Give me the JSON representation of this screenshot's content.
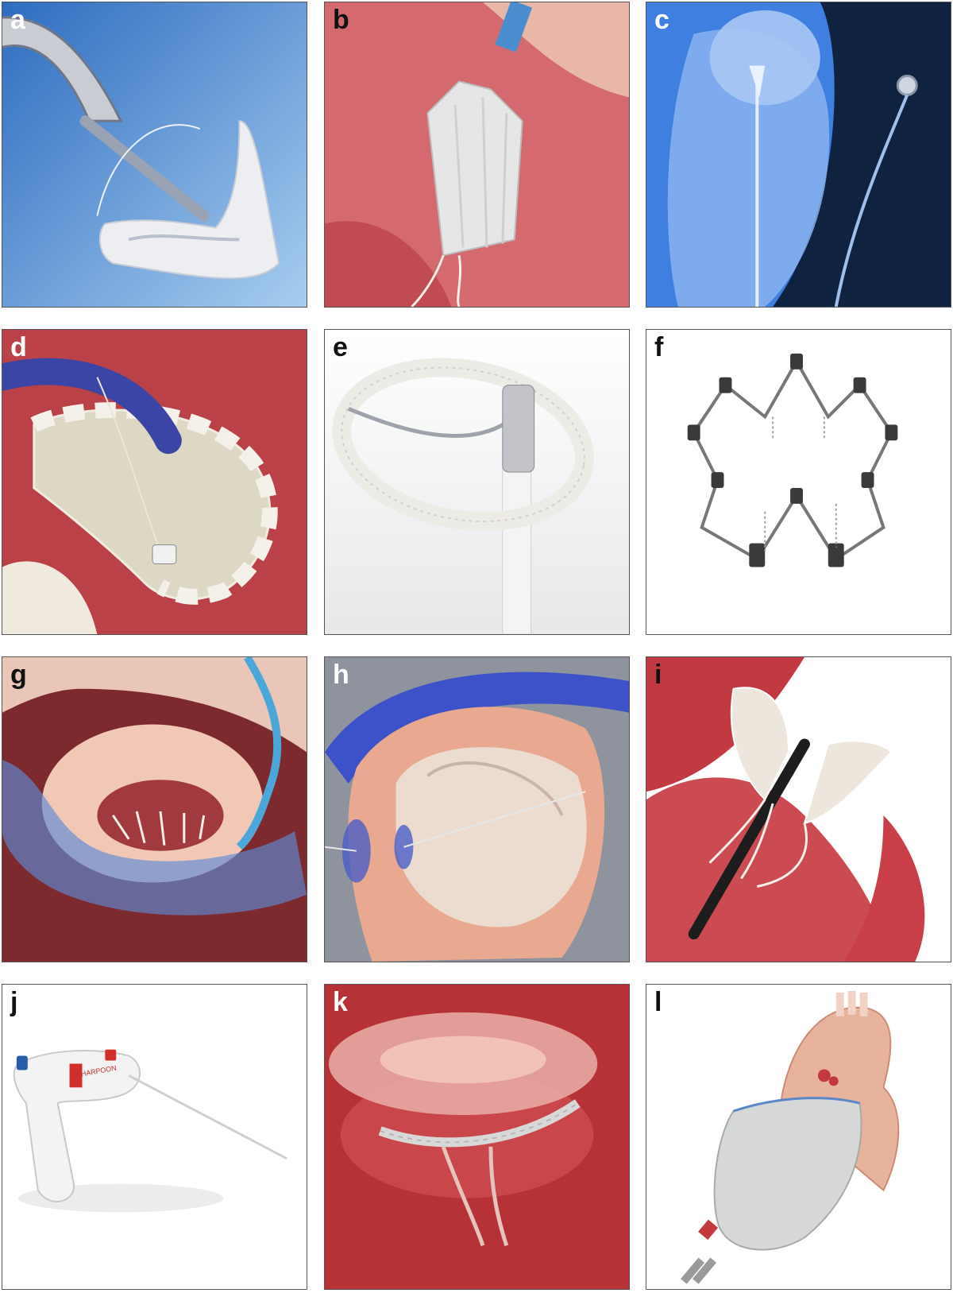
{
  "figure": {
    "panels": [
      {
        "id": "a",
        "label": "a",
        "label_color": "#ffffff"
      },
      {
        "id": "b",
        "label": "b",
        "label_color": "#111111"
      },
      {
        "id": "c",
        "label": "c",
        "label_color": "#ffffff"
      },
      {
        "id": "d",
        "label": "d",
        "label_color": "#ffffff"
      },
      {
        "id": "e",
        "label": "e",
        "label_color": "#111111"
      },
      {
        "id": "f",
        "label": "f",
        "label_color": "#111111"
      },
      {
        "id": "g",
        "label": "g",
        "label_color": "#111111"
      },
      {
        "id": "h",
        "label": "h",
        "label_color": "#ffffff"
      },
      {
        "id": "i",
        "label": "i",
        "label_color": "#111111"
      },
      {
        "id": "j",
        "label": "j",
        "label_color": "#111111"
      },
      {
        "id": "k",
        "label": "k",
        "label_color": "#ffffff"
      },
      {
        "id": "l",
        "label": "l",
        "label_color": "#111111"
      }
    ],
    "device_text": "HARPOON",
    "colors": {
      "tissue_red": "#b8333a",
      "tissue_pink": "#e8a99a",
      "device_blue": "#3b6fd0",
      "panel_border": "#555555"
    }
  }
}
